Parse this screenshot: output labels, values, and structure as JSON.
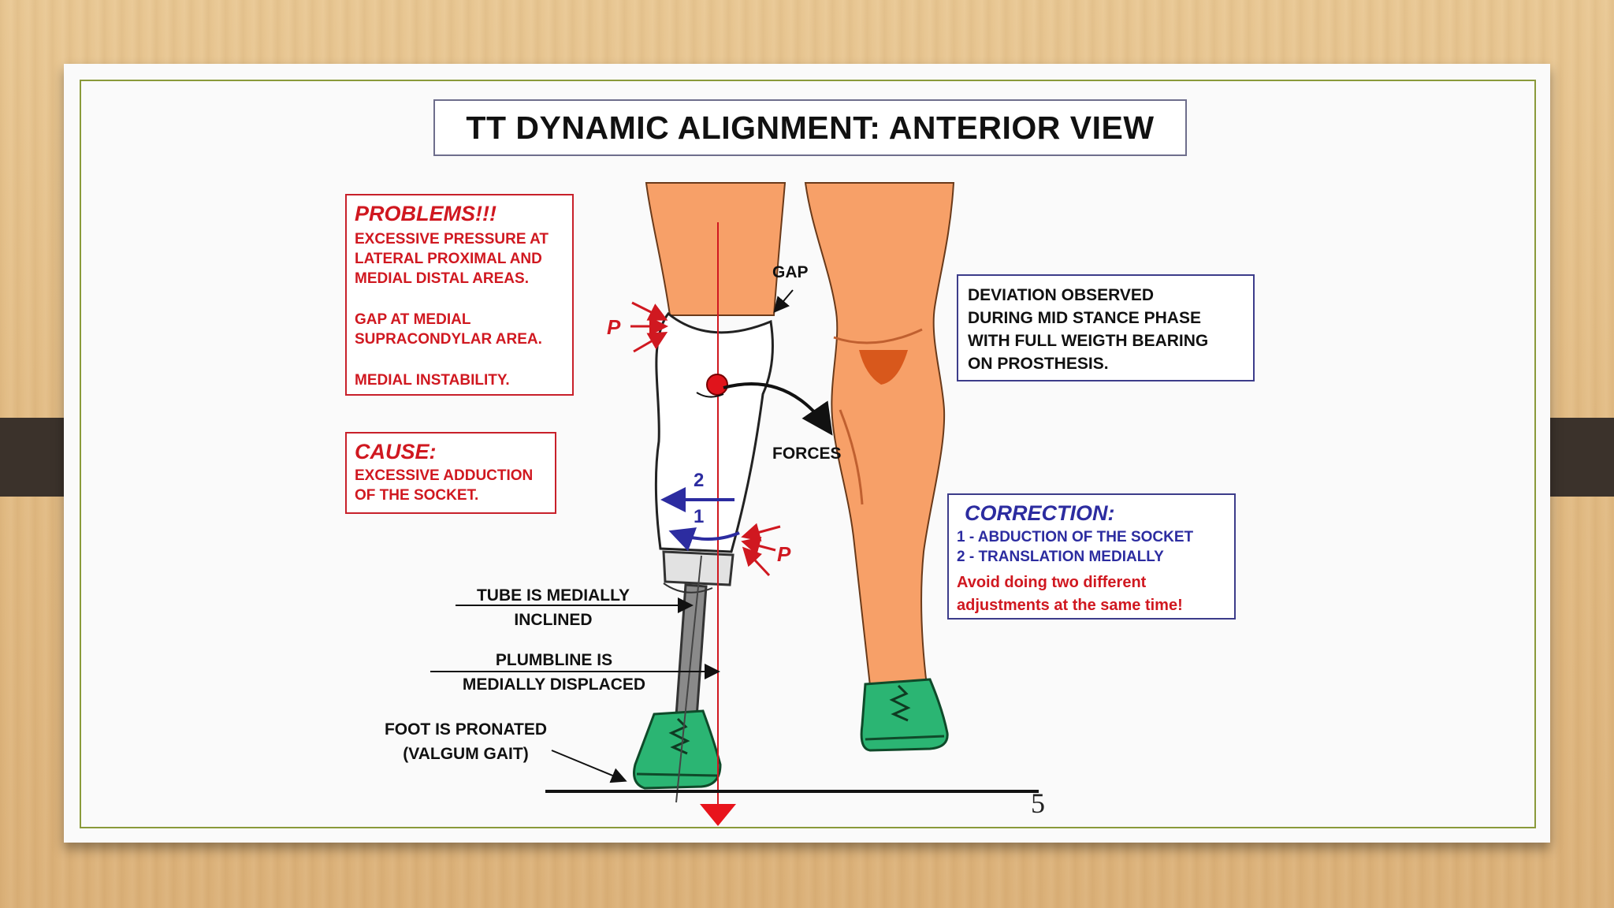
{
  "title": "TT DYNAMIC ALIGNMENT: ANTERIOR VIEW",
  "problems": {
    "heading": "PROBLEMS!!!",
    "lines": [
      "EXCESSIVE PRESSURE AT",
      "LATERAL PROXIMAL AND",
      "MEDIAL DISTAL AREAS.",
      "GAP AT MEDIAL",
      "SUPRACONDYLAR AREA.",
      "MEDIAL INSTABILITY."
    ]
  },
  "cause": {
    "heading": "CAUSE:",
    "lines": [
      "EXCESSIVE ADDUCTION",
      "OF THE SOCKET."
    ]
  },
  "deviation": {
    "lines": [
      "DEVIATION OBSERVED",
      "DURING MID STANCE PHASE",
      "WITH FULL WEIGTH BEARING",
      "ON PROSTHESIS."
    ]
  },
  "correction": {
    "heading": "CORRECTION:",
    "lines": [
      "1 - ABDUCTION OF THE SOCKET",
      "2 - TRANSLATION MEDIALLY"
    ],
    "warning": [
      "Avoid doing two different",
      "adjustments at the same time!"
    ]
  },
  "labels": {
    "gap": "GAP",
    "forces": "FORCES",
    "pressure_top": "P",
    "pressure_bottom": "P",
    "num_1": "1",
    "num_2": "2",
    "tube": [
      "TUBE IS MEDIALLY",
      "INCLINED"
    ],
    "plumb": [
      "PLUMBLINE IS",
      "MEDIALLY DISPLACED"
    ],
    "foot": [
      "FOOT IS PRONATED",
      "(VALGUM GAIT)"
    ]
  },
  "page_number": "5",
  "colors": {
    "skin": "#f7a068",
    "shoe": "#2bb573",
    "accent_red": "#d01820",
    "accent_blue": "#2c2ca0",
    "frame_green": "#8a9a3a",
    "tab_dark": "#3b322b"
  }
}
